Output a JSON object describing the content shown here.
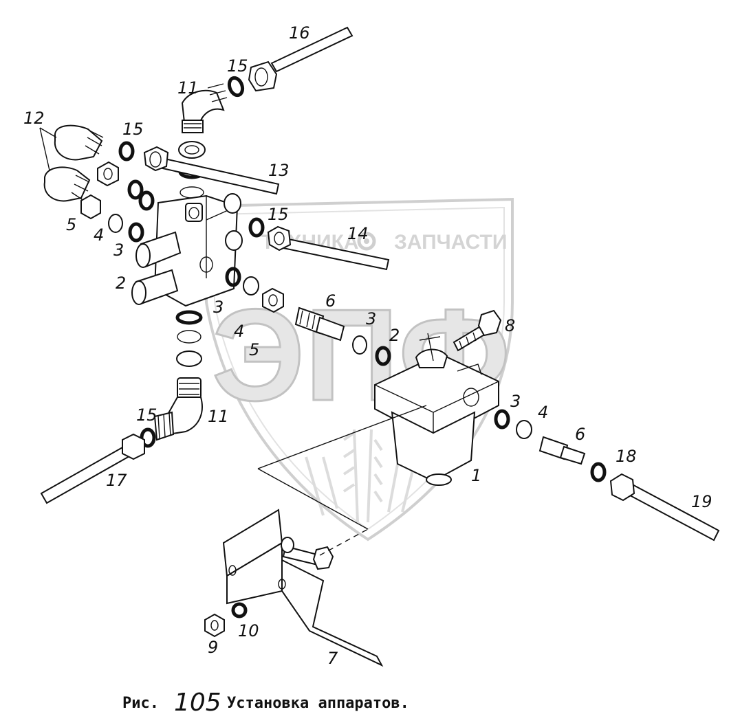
{
  "watermark": {
    "brand_left": "ТЕХНИКА",
    "brand_right": "ЗАПЧАСТИ",
    "logo_letters": "ЭПФ"
  },
  "caption": {
    "prefix": "Рис.",
    "number": "105",
    "title": "Установка аппаратов."
  },
  "callouts": [
    "16",
    "15",
    "11",
    "12",
    "15",
    "13",
    "5",
    "4",
    "3",
    "2",
    "15",
    "14",
    "3",
    "4",
    "5",
    "6",
    "3",
    "2",
    "8",
    "15",
    "11",
    "17",
    "3",
    "4",
    "6",
    "18",
    "19",
    "1",
    "7",
    "9",
    "10"
  ]
}
